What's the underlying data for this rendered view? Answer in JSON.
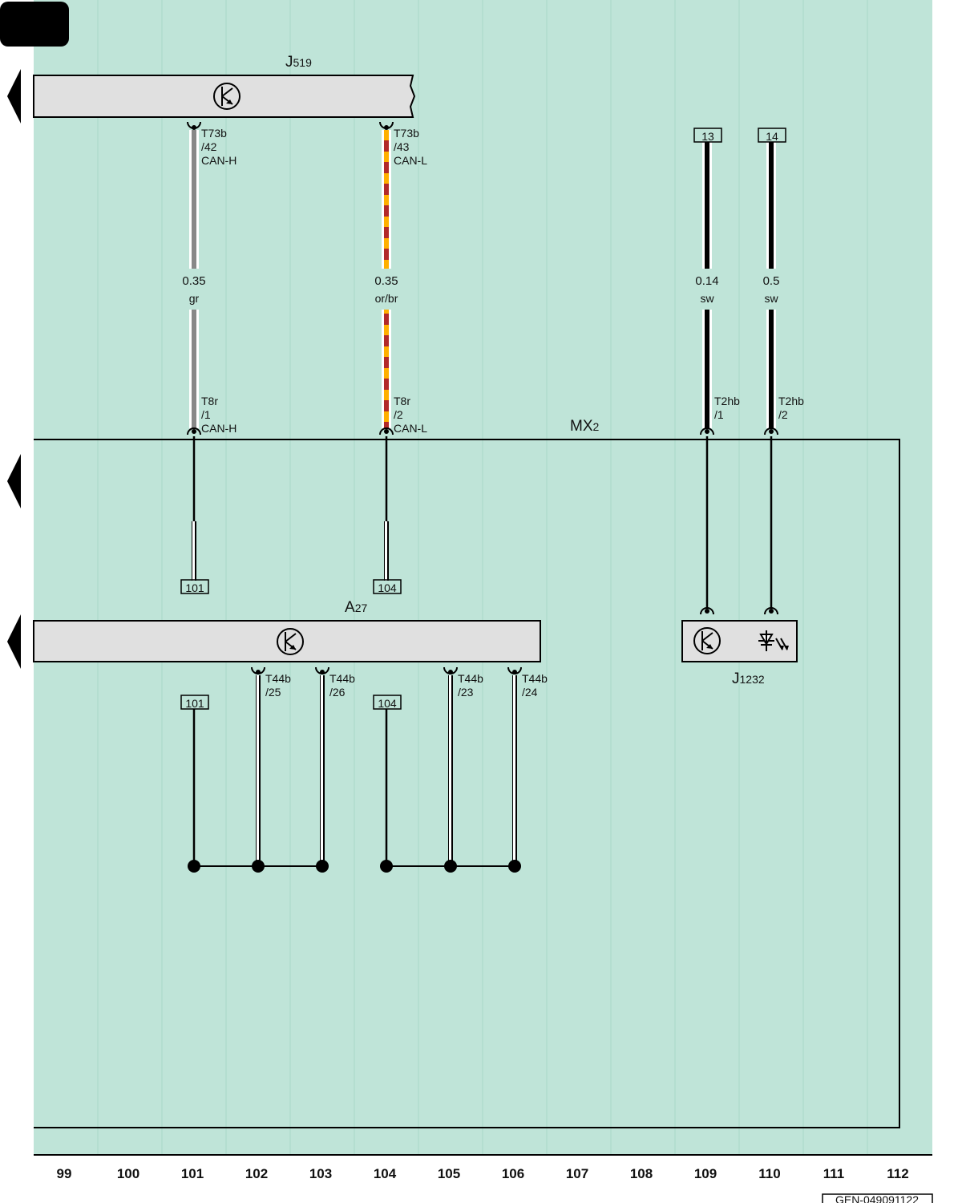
{
  "colors": {
    "background": "#bfe4d8",
    "component_fill": "#e0e0e0",
    "wire_gray": "#888888",
    "wire_orange": "#ffb000",
    "wire_brown": "#b22a2a",
    "wire_black": "#000000"
  },
  "components": {
    "j519": {
      "name": "J",
      "sub": "519",
      "icon": "transistor-icon"
    },
    "a27": {
      "name": "A",
      "sub": "27",
      "icon": "transistor-icon"
    },
    "j1232": {
      "name": "J",
      "sub": "1232",
      "icons": [
        "transistor-icon",
        "led-icon"
      ]
    },
    "mx2": {
      "name": "MX",
      "sub": "2"
    }
  },
  "wires_top": [
    {
      "pin_connector": "T73b",
      "pin_number": "/42",
      "signal": "CAN-H",
      "size": "0.35",
      "color_code": "gr",
      "end_connector": "T8r",
      "end_pin": "/1",
      "end_signal": "CAN-H",
      "ref": "101"
    },
    {
      "pin_connector": "T73b",
      "pin_number": "/43",
      "signal": "CAN-L",
      "size": "0.35",
      "color_code": "or/br",
      "end_connector": "T8r",
      "end_pin": "/2",
      "end_signal": "CAN-L",
      "ref": "104"
    },
    {
      "start_ref": "13",
      "size": "0.14",
      "color_code": "sw",
      "end_connector": "T2hb",
      "end_pin": "/1"
    },
    {
      "start_ref": "14",
      "size": "0.5",
      "color_code": "sw",
      "end_connector": "T2hb",
      "end_pin": "/2"
    }
  ],
  "a27_pins": [
    {
      "connector": "T44b",
      "pin": "/25"
    },
    {
      "connector": "T44b",
      "pin": "/26"
    },
    {
      "connector": "T44b",
      "pin": "/23"
    },
    {
      "connector": "T44b",
      "pin": "/24"
    }
  ],
  "bottom_refs": [
    "101",
    "104"
  ],
  "column_numbers": [
    "99",
    "100",
    "101",
    "102",
    "103",
    "104",
    "105",
    "106",
    "107",
    "108",
    "109",
    "110",
    "111",
    "112"
  ],
  "doc_id": "GEN-049091122"
}
